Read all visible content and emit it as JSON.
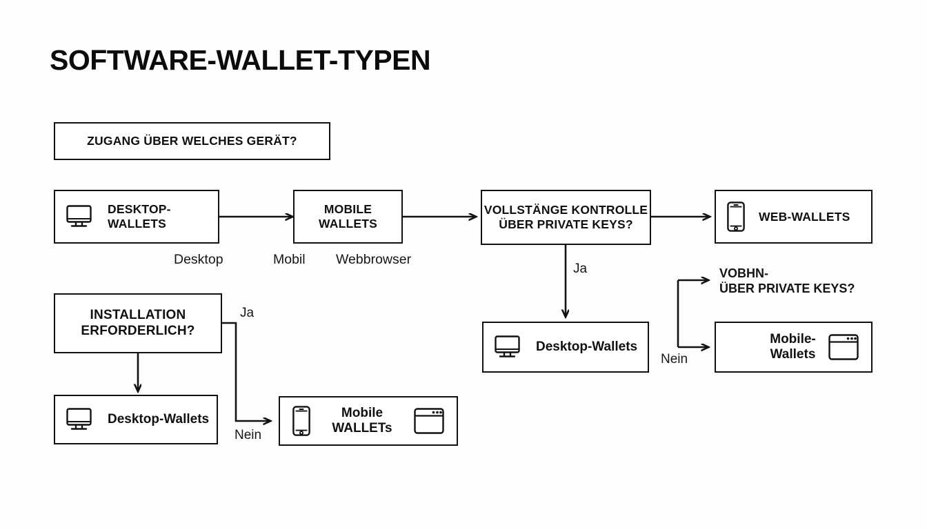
{
  "page": {
    "title": "SOFTWARE-WALLET-TYPEN",
    "background_color": "#fdfdfd",
    "stroke_color": "#111111",
    "text_color": "#101010"
  },
  "nodes": {
    "root_question": {
      "label": "ZUGANG ÜBER WELCHES GERÄT?",
      "icon": null
    },
    "desktop_wallets_top": {
      "label": "DESKTOP-WALLETS",
      "icon": "monitor-icon"
    },
    "mobile_wallets_top": {
      "label": "MOBILE\nWALLETS",
      "icon": null
    },
    "control_question": {
      "label": "VOLLSTÄNGE KONTROLLE\nÜBER PRIVATE KEYS?",
      "icon": null
    },
    "web_wallets": {
      "label": "WEB-WALLETS",
      "icon": "phone-icon"
    },
    "install_question": {
      "label": "INSTALLATION\nERFORDERLICH?",
      "icon": null
    },
    "desktop_wallets_left": {
      "label": "Desktop-Wallets",
      "icon": "monitor-icon"
    },
    "mobile_wallets_left": {
      "label": "Mobile WALLETs",
      "icon_left": "phone-icon",
      "icon_right": "browser-icon"
    },
    "desktop_wallets_mid": {
      "label": "Desktop-Wallets",
      "icon": "monitor-icon"
    },
    "mobile_wallets_right": {
      "label": "Mobile-Wallets",
      "icon_right": "browser-icon"
    }
  },
  "free_text": {
    "vobhn": "VOBHN-\nÜBER PRIVATE KEYS?"
  },
  "captions": {
    "desktop": "Desktop",
    "mobil": "Mobil",
    "webbrowser": "Webbrowser"
  },
  "edge_labels": {
    "install_ja": "Ja",
    "install_nein": "Nein",
    "control_ja": "Ja",
    "control_nein": "Nein"
  }
}
